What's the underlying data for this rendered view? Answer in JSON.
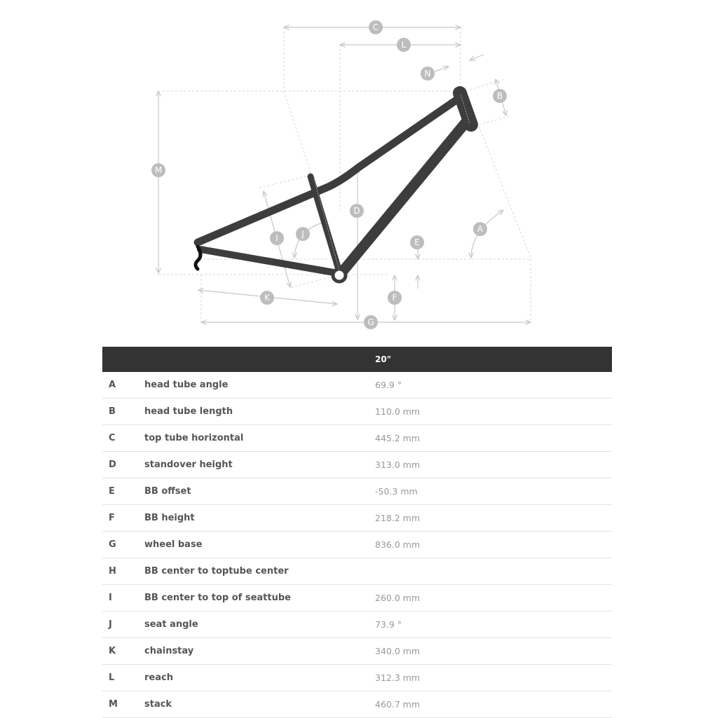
{
  "diagram": {
    "labels": [
      "A",
      "B",
      "C",
      "D",
      "E",
      "F",
      "G",
      "I",
      "J",
      "K",
      "L",
      "M",
      "N"
    ],
    "frame_color": "#3d3d3d"
  },
  "table": {
    "header": {
      "letter": "",
      "label": "",
      "size": "20\""
    },
    "rows": [
      {
        "letter": "A",
        "label": "head tube angle",
        "value": "69.9 °"
      },
      {
        "letter": "B",
        "label": "head tube length",
        "value": "110.0 mm"
      },
      {
        "letter": "C",
        "label": "top tube horizontal",
        "value": "445.2 mm"
      },
      {
        "letter": "D",
        "label": "standover height",
        "value": "313.0 mm"
      },
      {
        "letter": "E",
        "label": "BB offset",
        "value": "-50.3 mm"
      },
      {
        "letter": "F",
        "label": "BB height",
        "value": "218.2 mm"
      },
      {
        "letter": "G",
        "label": "wheel base",
        "value": "836.0 mm"
      },
      {
        "letter": "H",
        "label": "BB center to toptube center",
        "value": ""
      },
      {
        "letter": "I",
        "label": "BB center to top of seattube",
        "value": "260.0 mm"
      },
      {
        "letter": "J",
        "label": "seat angle",
        "value": "73.9 °"
      },
      {
        "letter": "K",
        "label": "chainstay",
        "value": "340.0 mm"
      },
      {
        "letter": "L",
        "label": "reach",
        "value": "312.3 mm"
      },
      {
        "letter": "M",
        "label": "stack",
        "value": "460.7 mm"
      }
    ]
  }
}
